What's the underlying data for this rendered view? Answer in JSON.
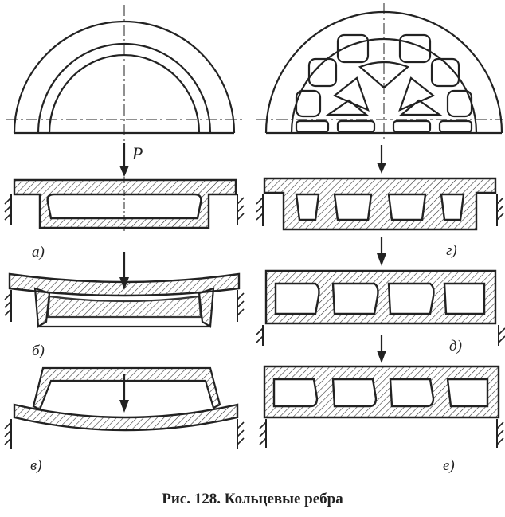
{
  "force_label": "P",
  "panel_labels": {
    "a": "а)",
    "b": "б)",
    "v": "в)",
    "g": "г)",
    "d": "д)",
    "e": "е)"
  },
  "caption": "Рис. 128. Кольцевые ребра"
}
